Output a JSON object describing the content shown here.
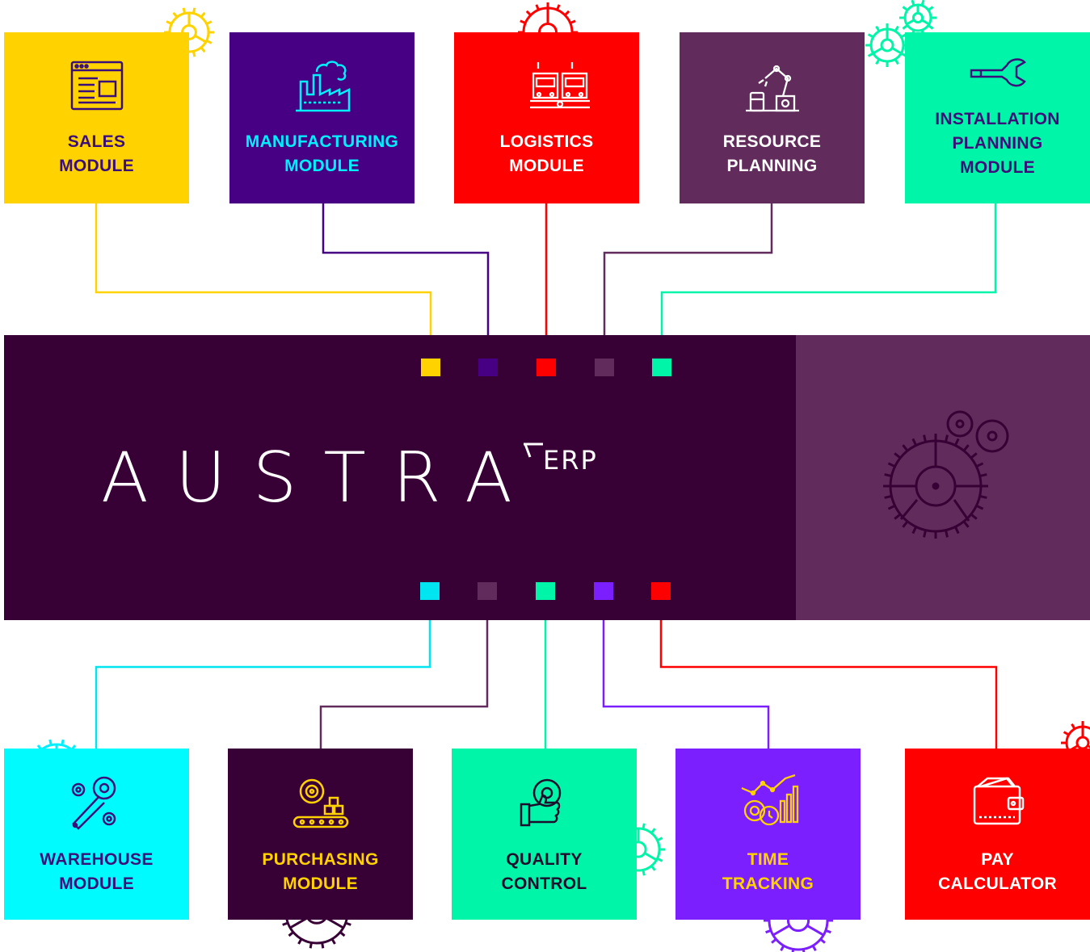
{
  "brand": {
    "name": "AUSTRA",
    "suffix": "ERP"
  },
  "modules_top": [
    {
      "key": "sales",
      "label": "SALES\nMODULE",
      "bg": "#ffd200",
      "text": "#3b0f7a",
      "icon": "browser-window-icon",
      "wire": "#ffd200"
    },
    {
      "key": "manufacturing",
      "label": "MANUFACTURING\nMODULE",
      "bg": "#470083",
      "text": "#00f0ff",
      "icon": "factory-icon",
      "wire": "#470083"
    },
    {
      "key": "logistics",
      "label": "LOGISTICS\nMODULE",
      "bg": "#ff0000",
      "text": "#ffffff",
      "icon": "trucks-icon",
      "wire": "#ff0000"
    },
    {
      "key": "resource",
      "label": "RESOURCE\nPLANNING",
      "bg": "#612c5b",
      "text": "#ffffff",
      "icon": "robot-arm-icon",
      "wire": "#612c5b"
    },
    {
      "key": "installation",
      "label": "INSTALLATION\nPLANNING\nMODULE",
      "bg": "#00f5a8",
      "text": "#3b0f7a",
      "icon": "wrench-icon",
      "wire": "#00f5a8"
    }
  ],
  "modules_bottom": [
    {
      "key": "warehouse",
      "label": "WAREHOUSE\nMODULE",
      "bg": "#00fbff",
      "text": "#3b0f7a",
      "icon": "gear-wrench-icon",
      "wire": "#00e5f0"
    },
    {
      "key": "purchasing",
      "label": "PURCHASING\nMODULE",
      "bg": "#380136",
      "text": "#ffd200",
      "icon": "conveyor-gear-icon",
      "wire": "#612c5b"
    },
    {
      "key": "quality",
      "label": "QUALITY\nCONTROL",
      "bg": "#00f5a8",
      "text": "#1c0f2e",
      "icon": "thumbs-gear-icon",
      "wire": "#00f5a8"
    },
    {
      "key": "time",
      "label": "TIME\nTRACKING",
      "bg": "#7b1fff",
      "text": "#ffd200",
      "icon": "time-chart-icon",
      "wire": "#7b1fff"
    },
    {
      "key": "pay",
      "label": "PAY\nCALCULATOR",
      "bg": "#ff0000",
      "text": "#ffffff",
      "icon": "wallet-icon",
      "wire": "#ff0000"
    }
  ],
  "colors": {
    "hub": "#380136",
    "hub_side": "#612c5b",
    "background": "#ffffff"
  }
}
